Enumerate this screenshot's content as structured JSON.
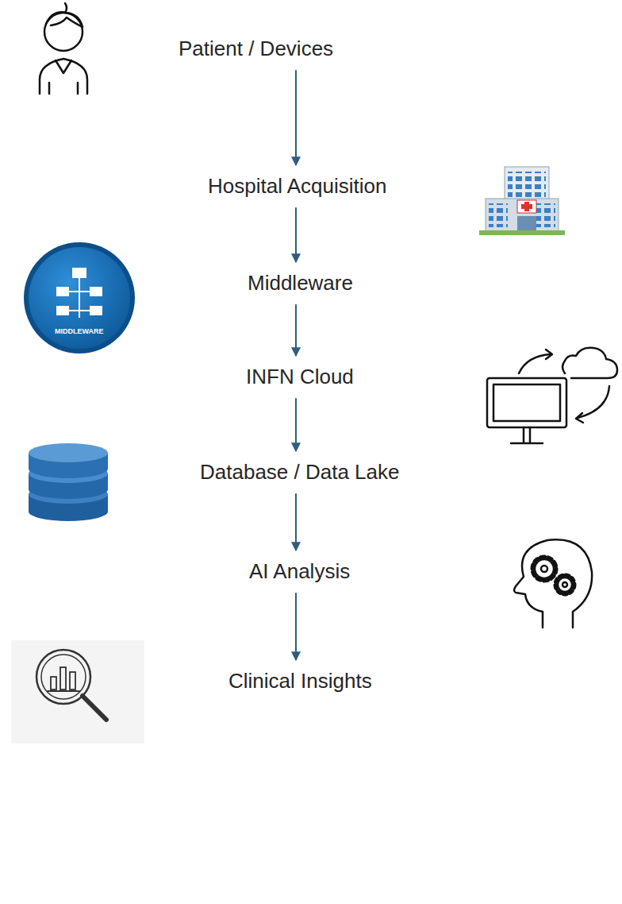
{
  "diagram": {
    "nodes": [
      {
        "text": [
          "Patient / Devices"
        ]
      },
      {
        "text": [
          "Hospital Acquisition"
        ]
      },
      {
        "text": [
          "Middleware"
        ]
      },
      {
        "text": [
          "INFN Cloud"
        ]
      },
      {
        "text": [
          "Database / Data Lake"
        ]
      },
      {
        "text": [
          "AI Analysis"
        ]
      },
      {
        "text": [
          "Clinical Insights"
        ]
      }
    ],
    "edges": [
      {
        "from": 0,
        "to": 1,
        "arrow": "to"
      },
      {
        "from": 1,
        "to": 2,
        "arrow": "to"
      },
      {
        "from": 2,
        "to": 3,
        "arrow": "to"
      },
      {
        "from": 3,
        "to": 4,
        "arrow": "to"
      },
      {
        "from": 4,
        "to": 5,
        "arrow": "to"
      },
      {
        "from": 5,
        "to": 6,
        "arrow": "to"
      }
    ],
    "labels": [
      "MIDDLEWARE"
    ]
  }
}
